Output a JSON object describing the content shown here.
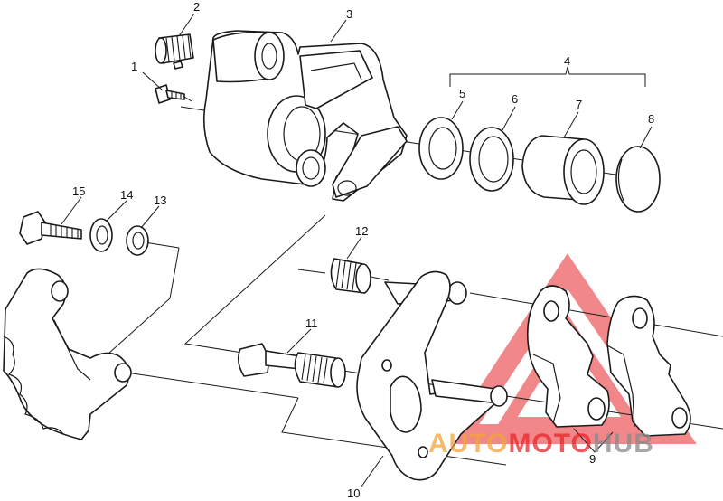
{
  "callouts": [
    {
      "id": "1",
      "label": "1"
    },
    {
      "id": "2",
      "label": "2"
    },
    {
      "id": "3",
      "label": "3"
    },
    {
      "id": "4",
      "label": "4"
    },
    {
      "id": "5",
      "label": "5"
    },
    {
      "id": "6",
      "label": "6"
    },
    {
      "id": "7",
      "label": "7"
    },
    {
      "id": "8",
      "label": "8"
    },
    {
      "id": "9",
      "label": "9"
    },
    {
      "id": "10",
      "label": "10"
    },
    {
      "id": "11",
      "label": "11"
    },
    {
      "id": "12",
      "label": "12"
    },
    {
      "id": "13",
      "label": "13"
    },
    {
      "id": "14",
      "label": "14"
    },
    {
      "id": "15",
      "label": "15"
    }
  ],
  "watermark": {
    "part1": "AUTO",
    "part2": "MOTO",
    "part3": "HUB",
    "color_primary": "#e8262b",
    "color_secondary": "#f2a33a",
    "color_tertiary": "#9a9a9a"
  }
}
